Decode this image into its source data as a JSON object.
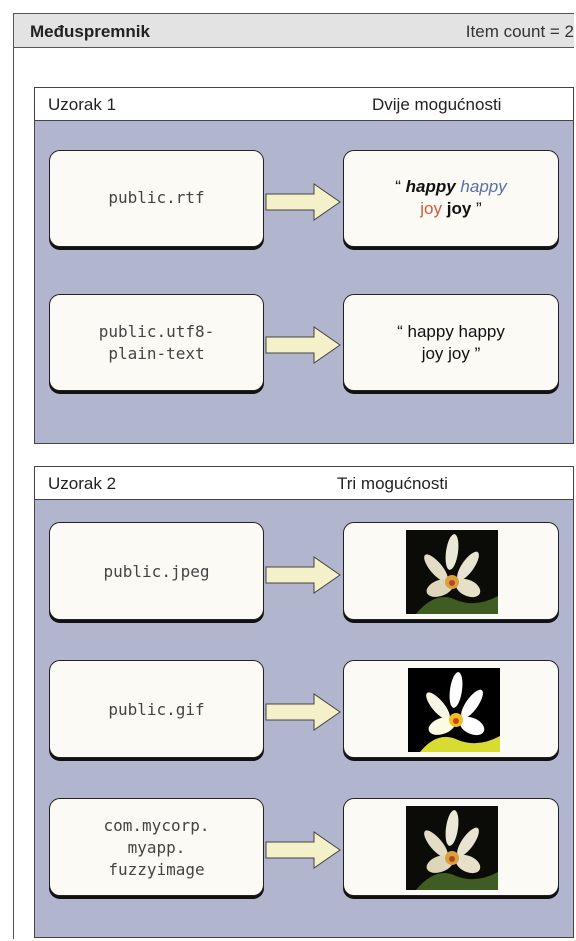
{
  "clipboard": {
    "title": "Međuspremnik",
    "item_count": "Item count = 2"
  },
  "samples": [
    {
      "name": "Uzorak  1",
      "options_label": "Dvije mogućnosti",
      "rows": [
        {
          "type": "public.rtf",
          "representation": {
            "open_quote": "“ ",
            "word1": "happy",
            "word2": " happy",
            "word3": "joy",
            "word4": " joy",
            "close_quote": " ”"
          }
        },
        {
          "type": "public.utf8-\nplain-text",
          "representation": {
            "line1": "“ happy happy",
            "line2": "joy joy ”"
          }
        }
      ]
    },
    {
      "name": "Uzorak 2",
      "options_label": "Tri mogućnosti",
      "rows": [
        {
          "type": "public.jpeg",
          "representation": "image"
        },
        {
          "type": "public.gif",
          "representation": "image"
        },
        {
          "type": "com.mycorp.\nmyapp.\nfuzzyimage",
          "representation": "image"
        }
      ]
    }
  ],
  "colors": {
    "panel_background": "#b1b5cd",
    "box_background": "#fbfaf4",
    "arrow_fill": "#f4f0c9",
    "header_background": "#e3e3e3",
    "blue_text": "#5a6fa8",
    "red_text": "#d55a3a"
  }
}
